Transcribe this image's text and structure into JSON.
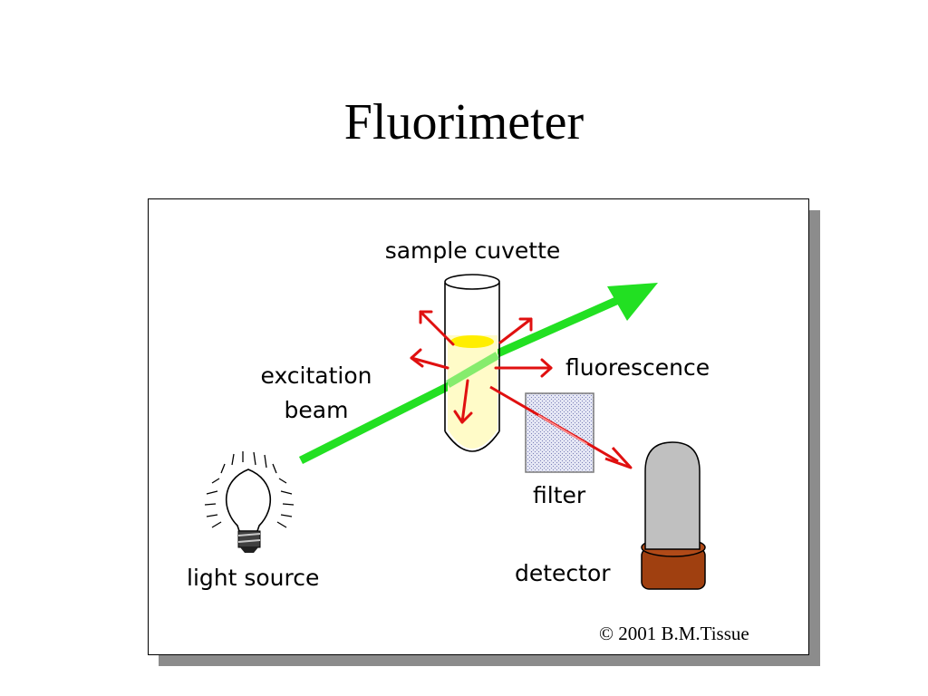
{
  "slide": {
    "title": "Fluorimeter"
  },
  "diagram": {
    "labels": {
      "sample_cuvette": "sample cuvette",
      "excitation_line1": "excitation",
      "excitation_line2": "beam",
      "fluorescence": "fluorescence",
      "filter": "filter",
      "light_source": "light source",
      "detector": "detector"
    },
    "copyright": "© 2001 B.M.Tissue",
    "colors": {
      "excitation_beam": "#22e022",
      "fluorescence_arrows": "#e01010",
      "sample_fill": "#fffbc8",
      "sample_meniscus": "#ffee00",
      "filter_fill": "#d4d6ee",
      "detector_tube": "#c0c0c0",
      "detector_base": "#a04010",
      "panel_shadow": "#8c8c8c"
    },
    "icons": [
      "light-bulb-icon",
      "cuvette-icon",
      "filter-icon",
      "detector-icon"
    ]
  }
}
